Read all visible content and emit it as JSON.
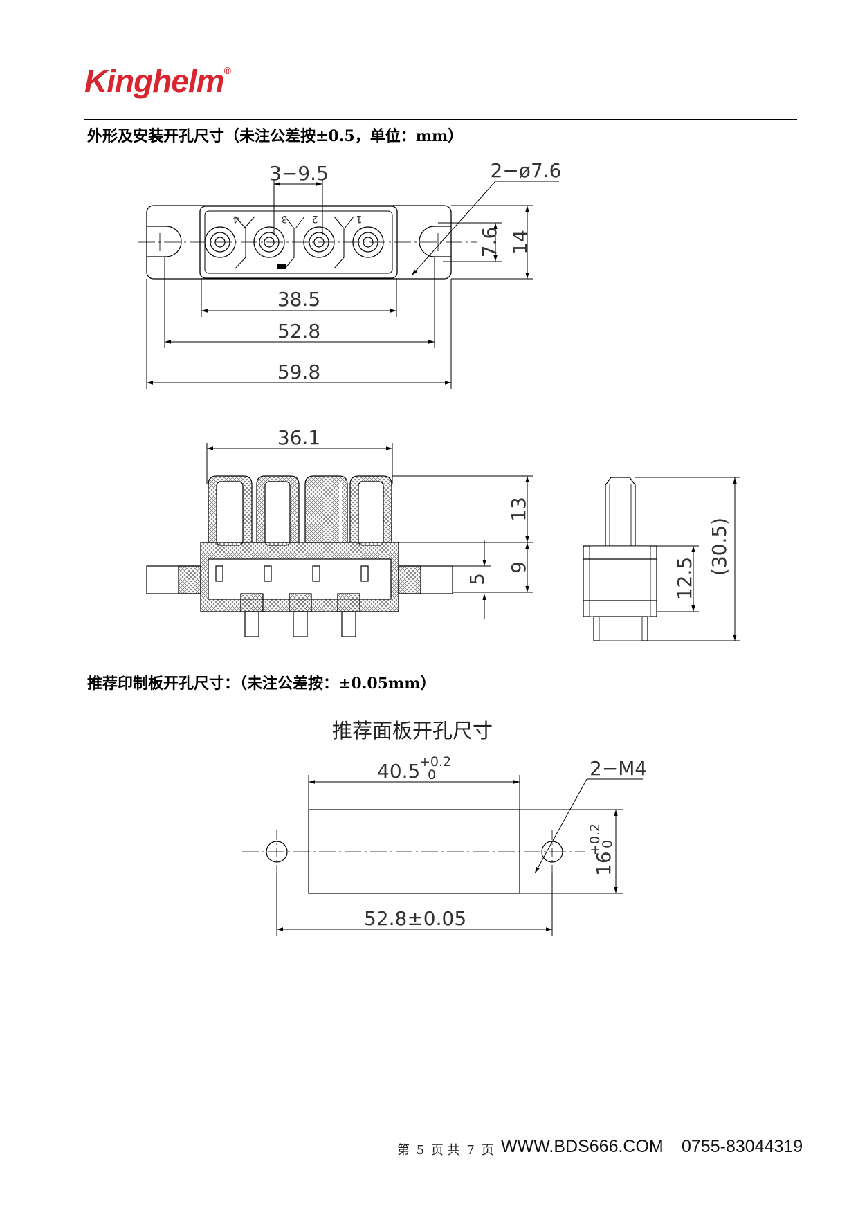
{
  "brand": {
    "name": "Kinghelm",
    "mark": "®"
  },
  "sections": {
    "outline_title": "外形及安装开孔尺寸（未注公差按±0.5，单位：mm）",
    "pcb_title": "推荐印制板开孔尺寸：（未注公差按：±0.05mm）",
    "panel_title": "推荐面板开孔尺寸"
  },
  "dimensions": {
    "top": {
      "pitch": "3−9.5",
      "holes": "2−ø7.6",
      "d_38_5": "38.5",
      "d_52_8": "52.8",
      "d_59_8": "59.8",
      "d_7_6": "7.6",
      "d_14": "14",
      "pin_labels": [
        "4",
        "3",
        "2",
        "1"
      ]
    },
    "side": {
      "d_36_1": "36.1",
      "d_13": "13",
      "d_9": "9",
      "d_5": "5",
      "d_12_5": "12.5",
      "d_30_5": "(30.5)"
    },
    "panel": {
      "width": "40.5",
      "width_tol_upper": "+0.2",
      "width_tol_lower": "0",
      "screw": "2−M4",
      "height": "16",
      "height_tol_upper": "+0.2",
      "height_tol_lower": "0",
      "spacing": "52.8±0.05"
    }
  },
  "footer": {
    "page_prefix": "第",
    "page_no": "5",
    "page_mid": "页 共",
    "page_total": "7",
    "page_suffix": "页",
    "website": "WWW.BDS666.COM",
    "phone": "0755-83044319"
  }
}
